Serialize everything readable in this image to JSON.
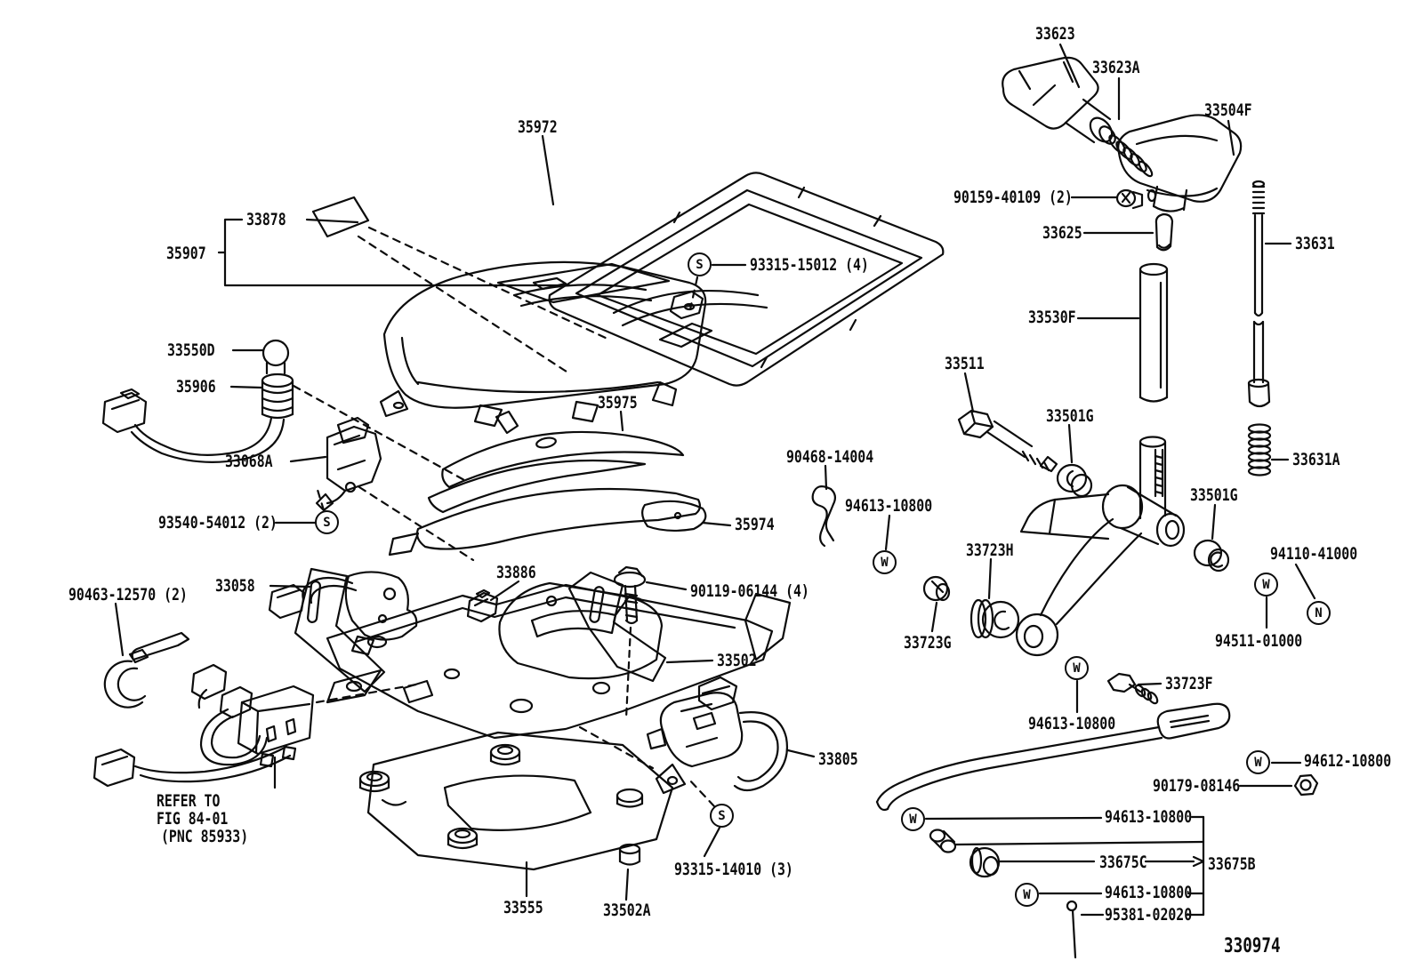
{
  "figure_number": "330974",
  "note_lines": [
    "REFER TO",
    "FIG 84-01",
    "(PNC 85933)"
  ],
  "labels": [
    "35972",
    "33878",
    "35907",
    "93315-15012 (4)",
    "33550D",
    "35906",
    "33068A",
    "93540-54012 (2)",
    "35975",
    "35974",
    "33058",
    "33886",
    "90119-06144 (4)",
    "90463-12570 (2)",
    "33502",
    "33805",
    "33555",
    "33502A",
    "93315-14010 (3)",
    "33623",
    "33623A",
    "33504F",
    "90159-40109 (2)",
    "33625",
    "33631",
    "33530F",
    "33511",
    "33501G",
    "33631A",
    "33501G",
    "90468-14004",
    "94613-10800",
    "33723H",
    "33723G",
    "94110-41000",
    "94511-01000",
    "33723F",
    "94613-10800",
    "94612-10800",
    "90179-08146",
    "94613-10800",
    "33675C",
    "33675B",
    "94613-10800",
    "95381-02020"
  ],
  "markers": [
    "S",
    "S",
    "S",
    "W",
    "W",
    "W",
    "N",
    "W",
    "W",
    "W"
  ],
  "colors": {
    "ink": "#0c0c0c",
    "background": "#ffffff"
  }
}
